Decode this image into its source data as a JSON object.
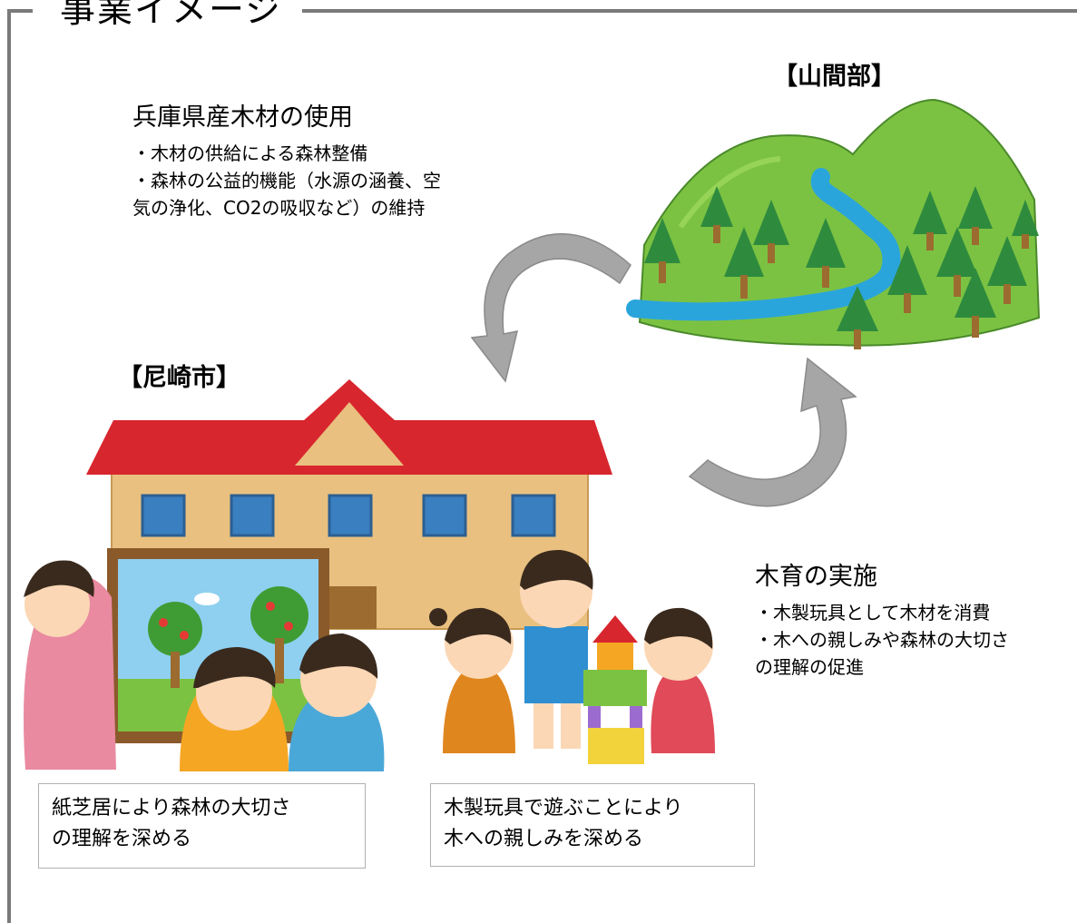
{
  "title": "事業イメージ",
  "regions": {
    "mountain": "【山間部】",
    "city": "【尼崎市】"
  },
  "hyogo_wood": {
    "heading": "兵庫県産木材の使用",
    "lines": [
      "・木材の供給による森林整備",
      "・森林の公益的機能（水源の涵養、空",
      "気の浄化、CO2の吸収など）の維持"
    ]
  },
  "mokuiku": {
    "heading": "木育の実施",
    "lines": [
      "・木製玩具として木材を消費",
      "・木への親しみや森林の大切さ",
      "の理解の促進"
    ]
  },
  "captions": {
    "kamishibai": [
      "紙芝居により森林の大切さ",
      "の理解を深める"
    ],
    "toys": [
      "木製玩具で遊ぶことにより",
      "木への親しみを深める"
    ]
  },
  "colors": {
    "frame": "#7a7a7a",
    "arrow": "#a6a6a6",
    "roof": "#d8262e",
    "wall": "#e9c07f",
    "forest": "#7cc242",
    "river": "#2aa5dc"
  }
}
